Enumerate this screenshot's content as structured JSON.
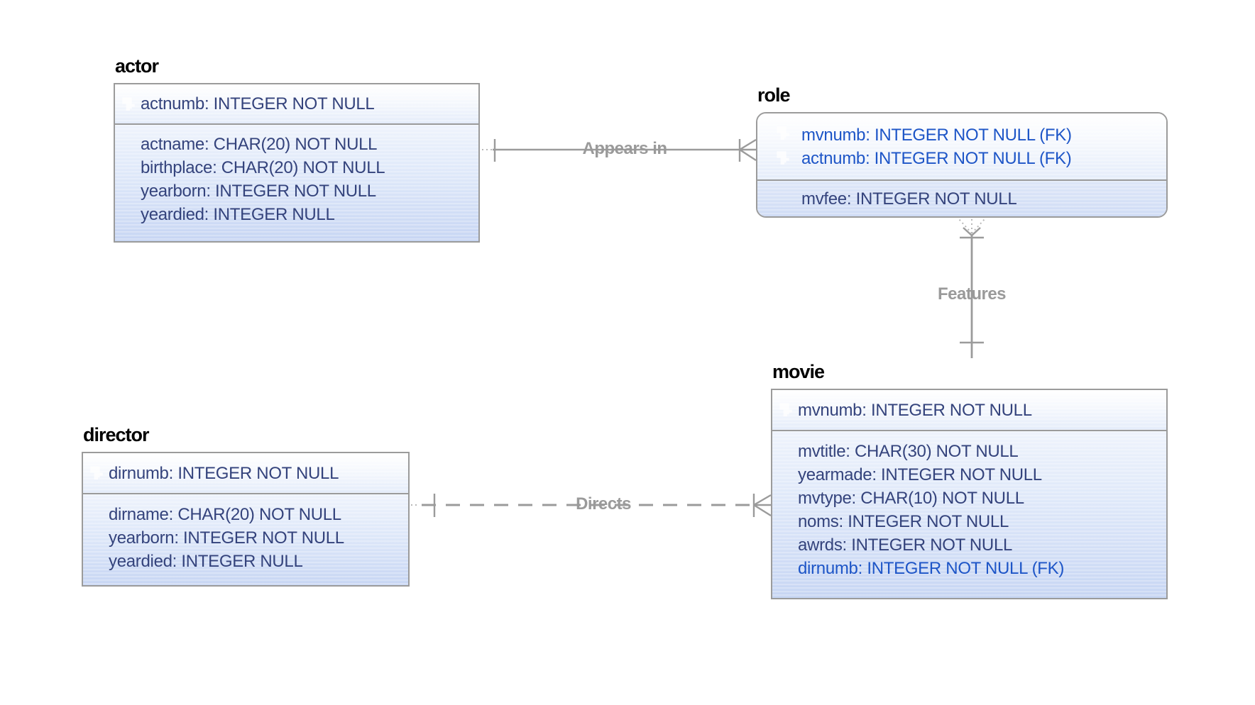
{
  "entities": {
    "actor": {
      "title": "actor",
      "pk": [
        {
          "text": "actnumb: INTEGER NOT NULL",
          "fk": false
        }
      ],
      "attrs": [
        {
          "text": "actname: CHAR(20) NOT NULL",
          "fk": false
        },
        {
          "text": "birthplace: CHAR(20) NOT NULL",
          "fk": false
        },
        {
          "text": "yearborn: INTEGER NOT NULL",
          "fk": false
        },
        {
          "text": "yeardied: INTEGER NULL",
          "fk": false
        }
      ]
    },
    "role": {
      "title": "role",
      "pk": [
        {
          "text": "mvnumb: INTEGER NOT NULL (FK)",
          "fk": true
        },
        {
          "text": "actnumb: INTEGER NOT NULL (FK)",
          "fk": true
        }
      ],
      "attrs": [
        {
          "text": "mvfee: INTEGER NOT NULL",
          "fk": false
        }
      ]
    },
    "director": {
      "title": "director",
      "pk": [
        {
          "text": "dirnumb: INTEGER NOT NULL",
          "fk": false
        }
      ],
      "attrs": [
        {
          "text": "dirname: CHAR(20) NOT NULL",
          "fk": false
        },
        {
          "text": "yearborn: INTEGER NOT NULL",
          "fk": false
        },
        {
          "text": "yeardied: INTEGER NULL",
          "fk": false
        }
      ]
    },
    "movie": {
      "title": "movie",
      "pk": [
        {
          "text": "mvnumb: INTEGER NOT NULL",
          "fk": false
        }
      ],
      "attrs": [
        {
          "text": "mvtitle: CHAR(30) NOT NULL",
          "fk": false
        },
        {
          "text": "yearmade: INTEGER NOT NULL",
          "fk": false
        },
        {
          "text": "mvtype: CHAR(10) NOT NULL",
          "fk": false
        },
        {
          "text": "noms: INTEGER NOT NULL",
          "fk": false
        },
        {
          "text": "awrds: INTEGER NOT NULL",
          "fk": false
        },
        {
          "text": "dirnumb: INTEGER NOT NULL (FK)",
          "fk": true
        }
      ]
    }
  },
  "relationships": [
    {
      "label": "Appears in",
      "from": "actor",
      "to": "role",
      "line_style": "solid",
      "from_cardinality": "one",
      "to_cardinality": "one-or-many"
    },
    {
      "label": "Features",
      "from": "role",
      "to": "movie",
      "line_style": "solid",
      "from_cardinality": "one-or-many",
      "to_cardinality": "one"
    },
    {
      "label": "Directs",
      "from": "director",
      "to": "movie",
      "line_style": "dashed",
      "from_cardinality": "one",
      "to_cardinality": "one-or-many"
    }
  ],
  "colors": {
    "attribute_text": "#34437c",
    "foreign_key_text": "#1d55c7",
    "entity_border": "#9b9b9b",
    "relationship_line": "#9b9b9b",
    "relationship_label": "#9a9a9a",
    "entity_title": "#000000"
  }
}
